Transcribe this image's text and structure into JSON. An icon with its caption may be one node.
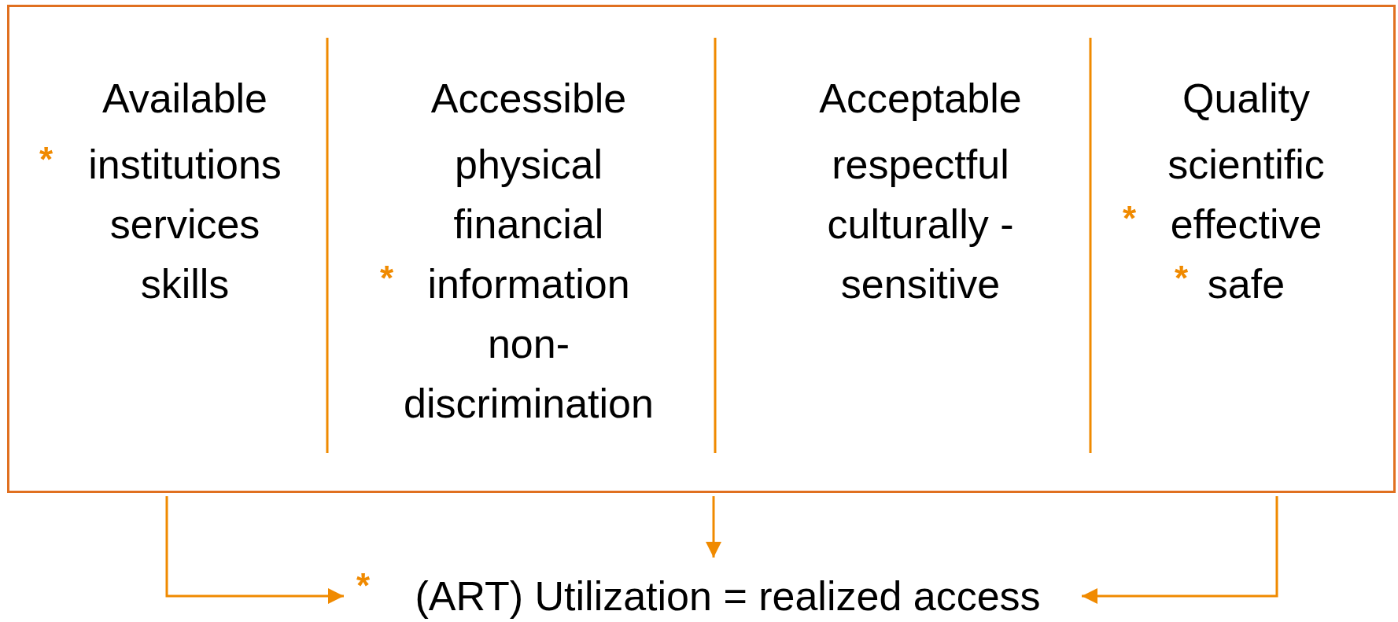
{
  "diagram": {
    "nodes": [
      {
        "text": [],
        "shape": "box"
      },
      {
        "text": [
          "Available",
          "institutions",
          "services",
          "skills"
        ],
        "in": 0
      },
      {
        "text": [
          "Accessible",
          "physical",
          "financial",
          "information",
          "non- discrimination"
        ],
        "in": 0
      },
      {
        "text": [
          "Acceptable",
          "respectful",
          "culturally - sensitive"
        ],
        "in": 0
      },
      {
        "text": [
          "Quality",
          "scientific",
          "effective",
          "safe"
        ],
        "in": 0
      },
      {
        "text": [
          "(ART) Utilization = realized access"
        ]
      }
    ],
    "edges": [
      {
        "from": 0,
        "to": 5,
        "arrow": "to"
      },
      {
        "from": 0,
        "to": 5,
        "arrow": "to"
      },
      {
        "from": 0,
        "to": 5,
        "arrow": "to"
      }
    ],
    "labels": [
      "*",
      "*",
      "*",
      "*",
      "*"
    ]
  }
}
